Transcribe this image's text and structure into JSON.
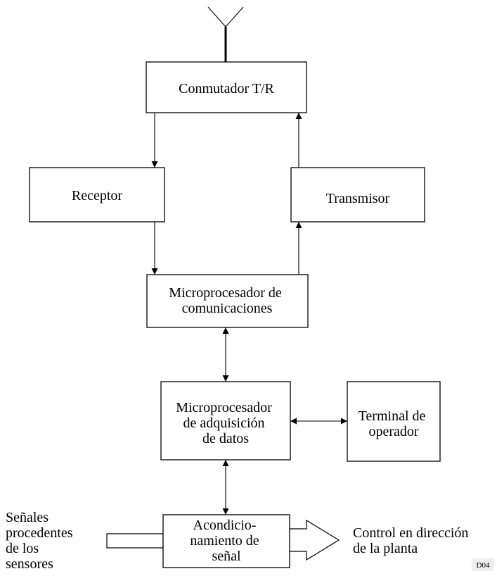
{
  "blocks": {
    "switch": [
      "Conmutador T/R"
    ],
    "receiver": [
      "Receptor"
    ],
    "transmitter": [
      "Transmisor"
    ],
    "comm_micro": [
      "Microprocesador de",
      "comunicaciones"
    ],
    "daq_micro": [
      "Microprocesador",
      "de adquisición",
      "de datos"
    ],
    "terminal": [
      "Terminal de",
      "operador"
    ],
    "conditioning": [
      "Acondicio-",
      "namiento de",
      "señal"
    ]
  },
  "inputs": {
    "sensor_signals": [
      "Señales",
      "procedentes",
      "de los",
      "sensores"
    ]
  },
  "outputs": {
    "plant_control": [
      "Control en dirección",
      "de la planta"
    ]
  },
  "figure_tag": "D04"
}
